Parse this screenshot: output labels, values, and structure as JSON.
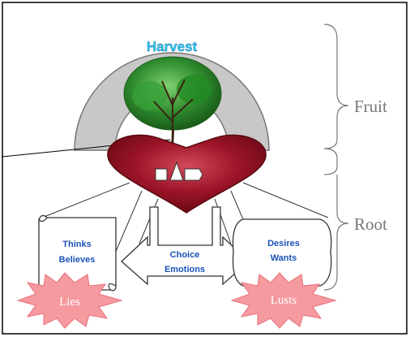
{
  "labels": {
    "harvest": "Harvest",
    "fruit": "Fruit",
    "root": "Root",
    "thinks": "Thinks",
    "believes": "Believes",
    "choice": "Choice",
    "emotions": "Emotions",
    "desires": "Desires",
    "wants": "Wants",
    "lies": "Lies",
    "lusts": "Lusts"
  },
  "colors": {
    "arc_fill": "#c8c8c8",
    "heart_fill": "#8b0f1e",
    "burst_fill": "#f59a9f",
    "harvest_text": "#33c7f2",
    "label_blue": "#1a53b8",
    "bracket_text": "#777777",
    "tree_canopy": "#2e8b2e"
  }
}
